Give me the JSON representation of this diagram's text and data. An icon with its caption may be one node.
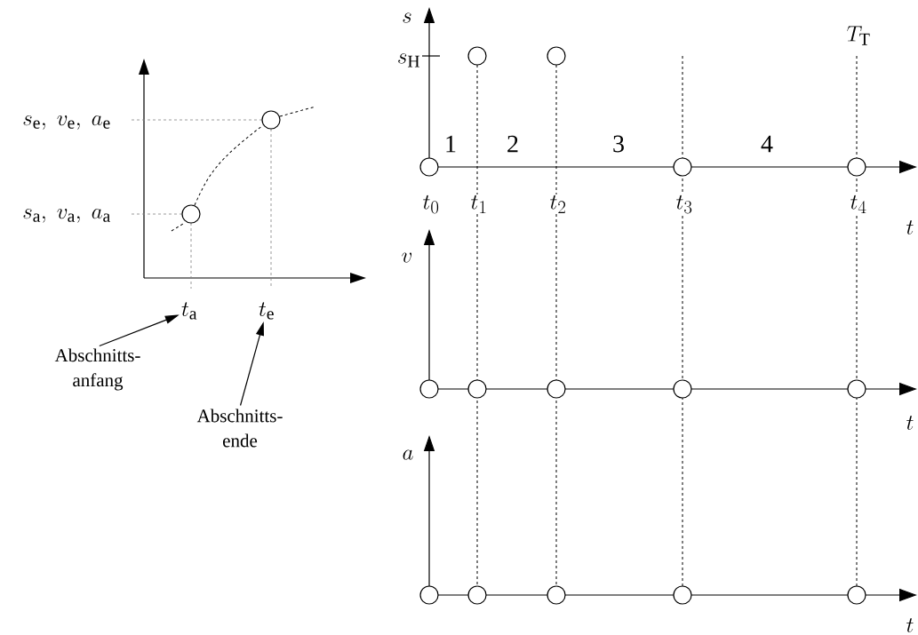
{
  "diagram": {
    "nodes": [
      {
        "text": [
          "Abschnitts- anfang"
        ]
      },
      {
        "text": [
          "t_{\\mathrm{a}}"
        ]
      },
      {
        "text": [
          "Abschnitts- ende"
        ]
      },
      {
        "text": [
          "t_{\\mathrm{e}}"
        ]
      }
    ],
    "edges": [
      {
        "from": 0,
        "to": 1,
        "arrow": "to"
      },
      {
        "from": 2,
        "to": 3,
        "arrow": "to"
      }
    ],
    "labels": [
      "s",
      "s_{\\mathrm{H}}",
      "T_{\\mathrm{T}}",
      "s_{\\mathrm{e}},\\ v_{\\mathrm{e}},\\ a_{\\mathrm{e}}",
      "1",
      "2",
      "3",
      "4",
      "s_{\\mathrm{a}},\\ v_{\\mathrm{a}},\\ a_{\\mathrm{a}}",
      "t_{0}",
      "t_{1}",
      "t_{2}",
      "t_{3}",
      "t_{4}",
      "t",
      "v",
      "t",
      "a",
      "t"
    ]
  }
}
